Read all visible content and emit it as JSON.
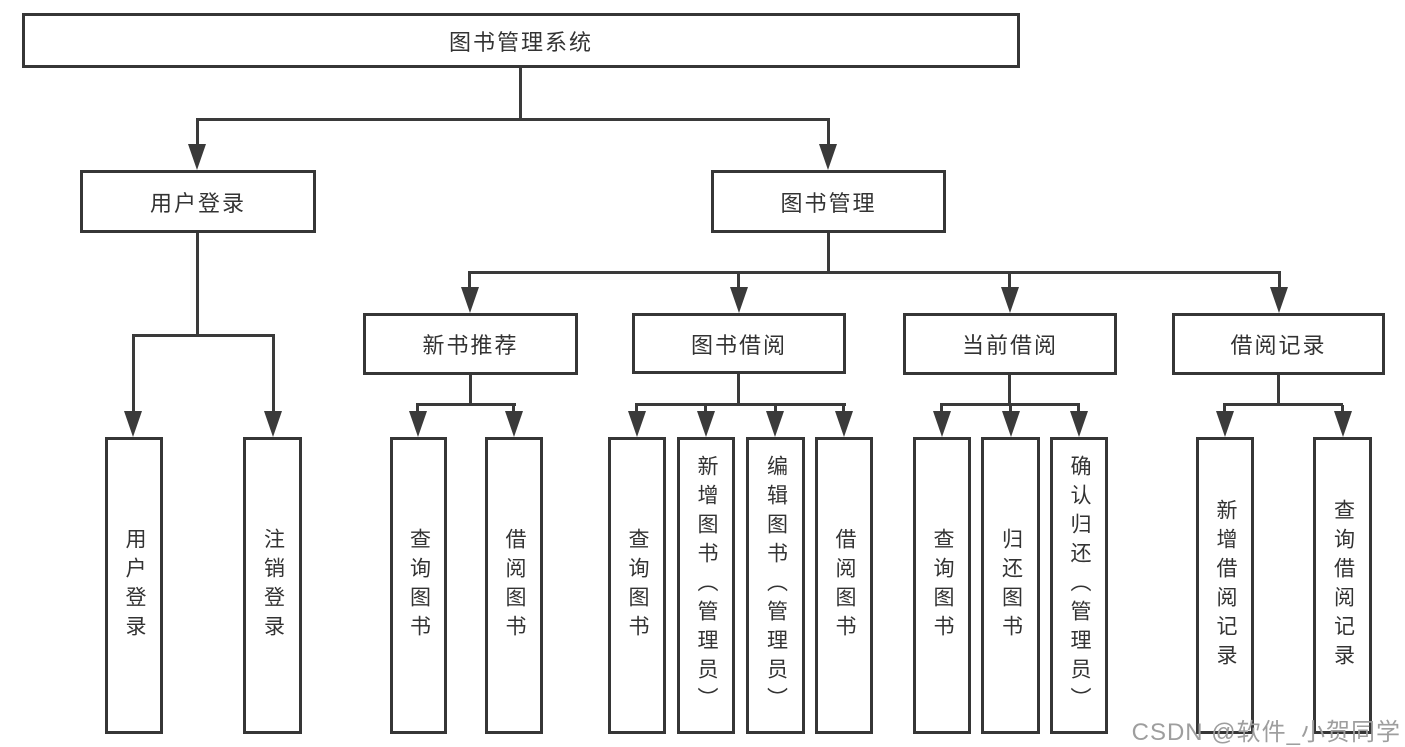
{
  "diagram_type": "hierarchy-tree",
  "tree": {
    "label": "图书管理系统",
    "children": [
      {
        "label": "用户登录",
        "children": [
          {
            "label": "用户登录"
          },
          {
            "label": "注销登录"
          }
        ]
      },
      {
        "label": "图书管理",
        "children": [
          {
            "label": "新书推荐",
            "children": [
              {
                "label": "查询图书"
              },
              {
                "label": "借阅图书"
              }
            ]
          },
          {
            "label": "图书借阅",
            "children": [
              {
                "label": "查询图书"
              },
              {
                "label": "新增图书（管理员）"
              },
              {
                "label": "编辑图书（管理员）"
              },
              {
                "label": "借阅图书"
              }
            ]
          },
          {
            "label": "当前借阅",
            "children": [
              {
                "label": "查询图书"
              },
              {
                "label": "归还图书"
              },
              {
                "label": "确认归还（管理员）"
              }
            ]
          },
          {
            "label": "借阅记录",
            "children": [
              {
                "label": "新增借阅记录"
              },
              {
                "label": "查询借阅记录"
              }
            ]
          }
        ]
      }
    ]
  },
  "watermark": {
    "text": "CSDN @软件_小贺同学"
  },
  "colors": {
    "line": "#3a3a3a",
    "box_border": "#363636",
    "text": "#333333",
    "watermark": "#9e9e9e",
    "background": "#ffffff"
  }
}
